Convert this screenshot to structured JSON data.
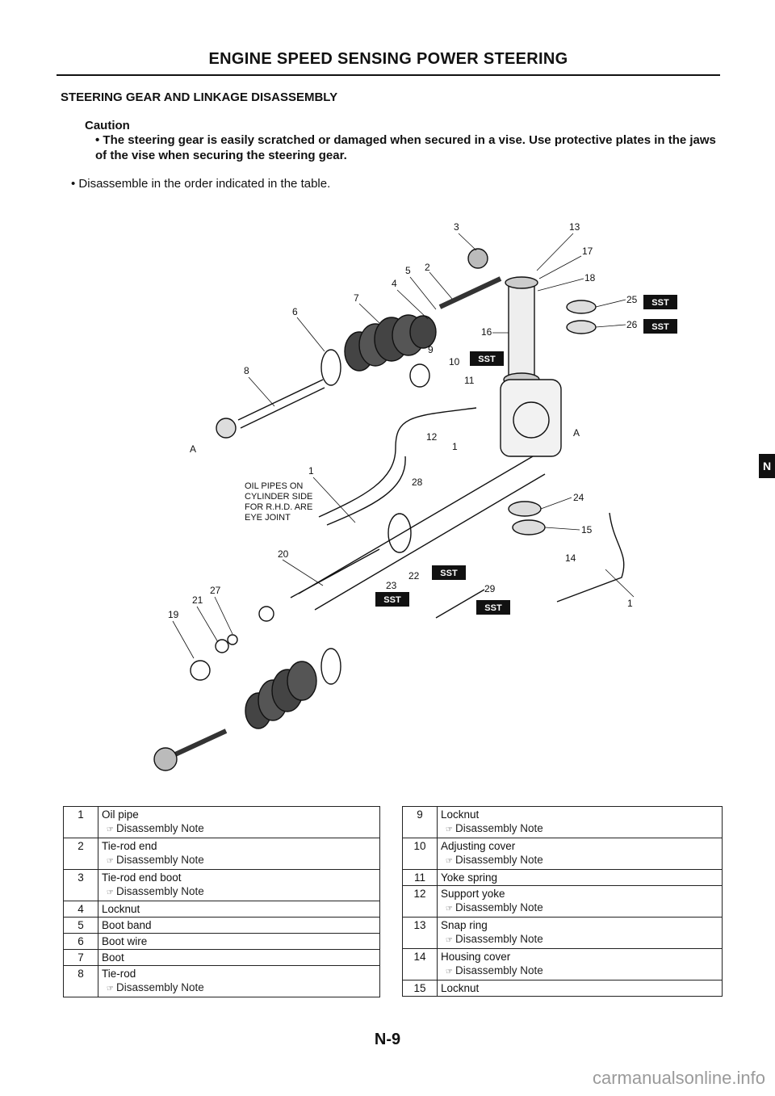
{
  "header": {
    "title": "ENGINE SPEED SENSING POWER STEERING",
    "section": "STEERING GEAR AND LINKAGE DISASSEMBLY"
  },
  "caution": {
    "heading": "Caution",
    "text": "• The steering gear is easily scratched or damaged when secured in a vise. Use protective plates in the jaws of the vise when securing the steering gear."
  },
  "instruction": "• Disassemble in the order indicated in the table.",
  "side_tab": "N",
  "diagram": {
    "oil_pipe_note": [
      "OIL PIPES ON",
      "CYLINDER SIDE",
      "FOR R.H.D. ARE",
      "EYE JOINT"
    ],
    "sst_label": "SST",
    "callouts": {
      "c1": "1",
      "c2": "2",
      "c3": "3",
      "c4": "4",
      "c5": "5",
      "c6": "6",
      "c7": "7",
      "c8": "8",
      "c9": "9",
      "c10": "10",
      "c11": "11",
      "c12": "12",
      "c13": "13",
      "c14": "14",
      "c15": "15",
      "c16": "16",
      "c17": "17",
      "c18": "18",
      "c19": "19",
      "c20": "20",
      "c21": "21",
      "c22": "22",
      "c23": "23",
      "c24": "24",
      "c25": "25",
      "c26": "26",
      "c27": "27",
      "c28": "28",
      "c29": "29",
      "cA": "A"
    }
  },
  "parts_left": [
    {
      "num": "1",
      "name": "Oil pipe",
      "note": "Disassembly Note"
    },
    {
      "num": "2",
      "name": "Tie-rod end",
      "note": "Disassembly Note"
    },
    {
      "num": "3",
      "name": "Tie-rod end boot",
      "note": "Disassembly Note"
    },
    {
      "num": "4",
      "name": "Locknut",
      "note": ""
    },
    {
      "num": "5",
      "name": "Boot band",
      "note": ""
    },
    {
      "num": "6",
      "name": "Boot wire",
      "note": ""
    },
    {
      "num": "7",
      "name": "Boot",
      "note": ""
    },
    {
      "num": "8",
      "name": "Tie-rod",
      "note": "Disassembly Note"
    }
  ],
  "parts_right": [
    {
      "num": "9",
      "name": "Locknut",
      "note": "Disassembly Note"
    },
    {
      "num": "10",
      "name": "Adjusting cover",
      "note": "Disassembly Note"
    },
    {
      "num": "11",
      "name": "Yoke spring",
      "note": ""
    },
    {
      "num": "12",
      "name": "Support yoke",
      "note": "Disassembly Note"
    },
    {
      "num": "13",
      "name": "Snap ring",
      "note": "Disassembly Note"
    },
    {
      "num": "14",
      "name": "Housing cover",
      "note": "Disassembly Note"
    },
    {
      "num": "15",
      "name": "Locknut",
      "note": ""
    }
  ],
  "footer": {
    "page_number": "N-9",
    "watermark": "carmanualsonline.info"
  }
}
